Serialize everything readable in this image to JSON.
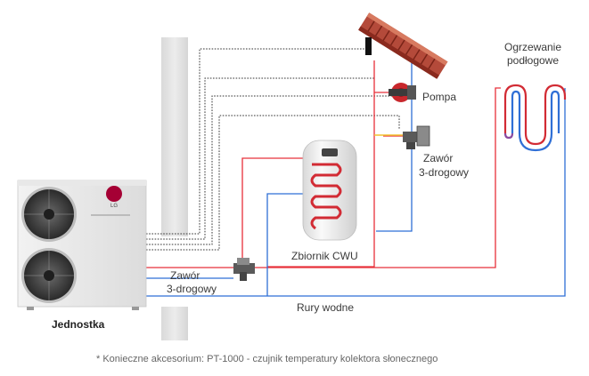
{
  "labels": {
    "underfloor_heating": [
      "Ogrzewanie",
      "podłogowe"
    ],
    "pump": "Pompa",
    "valve_right": [
      "Zawór",
      "3-drogowy"
    ],
    "valve_left": [
      "Zawór",
      "3-drogowy"
    ],
    "dhw_tank": "Zbiornik CWU",
    "outdoor_unit": "Jednostka",
    "water_pipes": "Rury wodne",
    "footnote": "* Konieczne akcesorium: PT-1000 - czujnik temperatury kolektora słonecznego"
  },
  "brand_logo": "LG",
  "colors": {
    "supply_red": "#e8303a",
    "return_blue": "#2f6fd6",
    "signal_line": "#333333",
    "sensor_yellow": "#f2c230",
    "wall": "#e4e4e4"
  },
  "icons": [
    "solar-collector-icon",
    "pump-icon",
    "three-way-valve-icon",
    "dhw-tank-icon",
    "heat-pump-unit-icon",
    "underfloor-coil-icon"
  ]
}
